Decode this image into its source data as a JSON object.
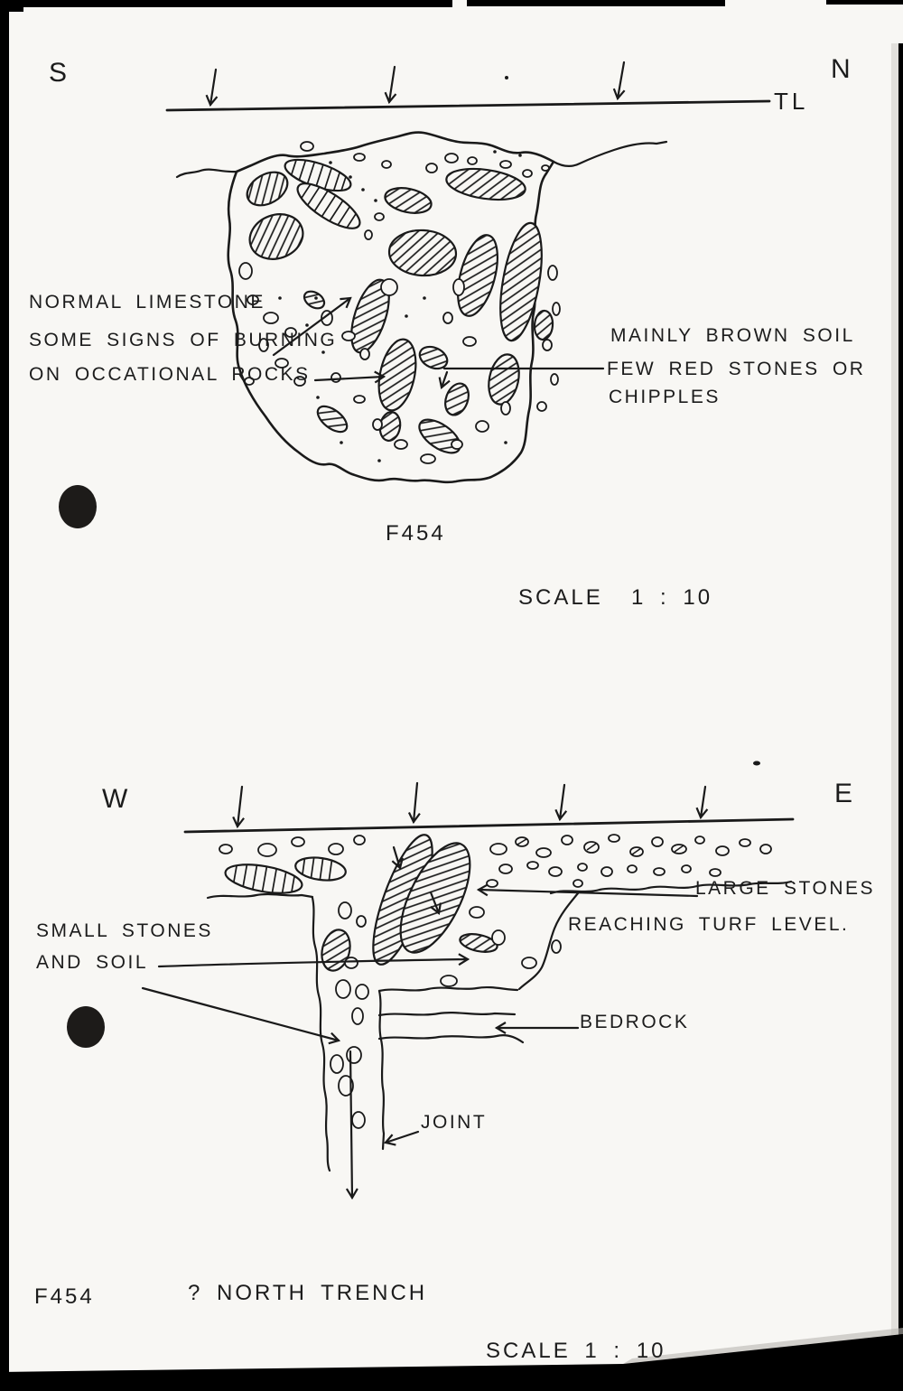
{
  "page": {
    "paper_color": "#f8f7f4",
    "ink_color": "#1a1a1a",
    "border_color": "#000000"
  },
  "top_section": {
    "left_cardinal": "S",
    "right_cardinal": "N",
    "turf_line_label": "TL",
    "label_limestone": {
      "lines": [
        "NORMAL LIMESTONE",
        "SOME SIGNS OF BURNING",
        "ON OCCATIONAL ROCKS"
      ]
    },
    "label_soil": {
      "lines": [
        "MAINLY BROWN SOIL",
        "FEW RED STONES OR",
        "CHIPPLES"
      ]
    },
    "feature_id": "F454",
    "scale_text": "SCALE  1 : 10"
  },
  "bottom_section": {
    "left_cardinal": "W",
    "right_cardinal": "E",
    "label_small_stones": {
      "lines": [
        "SMALL STONES",
        "AND SOIL"
      ]
    },
    "label_large_stones": {
      "lines": [
        "LARGE STONES",
        "REACHING TURF LEVEL."
      ]
    },
    "label_bedrock": "BEDROCK",
    "label_joint": "JOINT",
    "feature_id": "F454",
    "trench_label": "? NORTH TRENCH",
    "scale_text": "SCALE 1 : 10"
  }
}
